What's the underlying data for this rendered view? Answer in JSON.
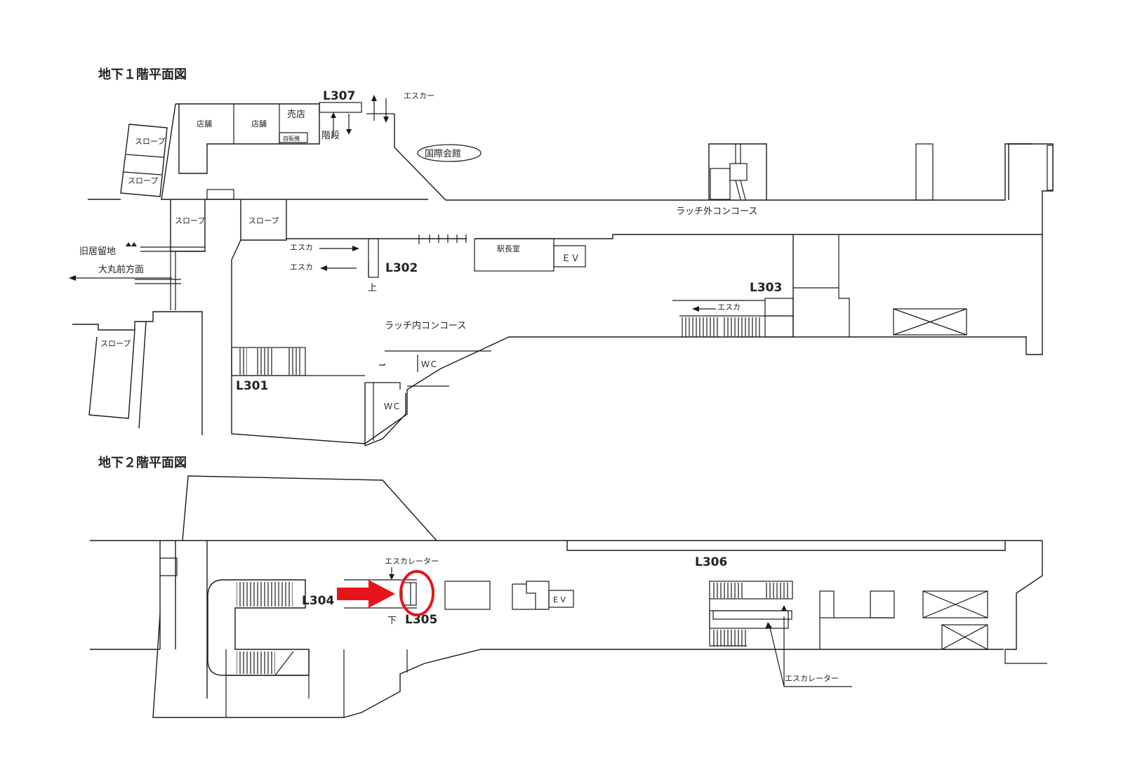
{
  "floors": [
    {
      "title": "地下１階平面図"
    },
    {
      "title": "地下２階平面図"
    }
  ],
  "codes": {
    "l301": "L301",
    "l302": "L302",
    "l303": "L303",
    "l304": "L304",
    "l305": "L305",
    "l306": "L306",
    "l307": "L307"
  },
  "labels": {
    "shop": "店舗",
    "kiosk": "売店",
    "vending": "自販機",
    "stairs": "階段",
    "escalator_short": "エスカー",
    "slope": "スロープ",
    "kokusai_kaikan": "国際会館",
    "outer_concourse": "ラッチ外コンコース",
    "inner_concourse": "ラッチ内コンコース",
    "kyukyoryuchi": "旧居留地",
    "daimaru": "大丸前方面",
    "esca": "エスカ",
    "stationmaster": "駅長室",
    "ev": "ＥＶ",
    "ev2": "E V",
    "up": "上",
    "down": "下",
    "wc": "ＷＣ",
    "escalator": "エスカレーター"
  },
  "highlight": {
    "color": "#e8141b",
    "target": "L305"
  }
}
